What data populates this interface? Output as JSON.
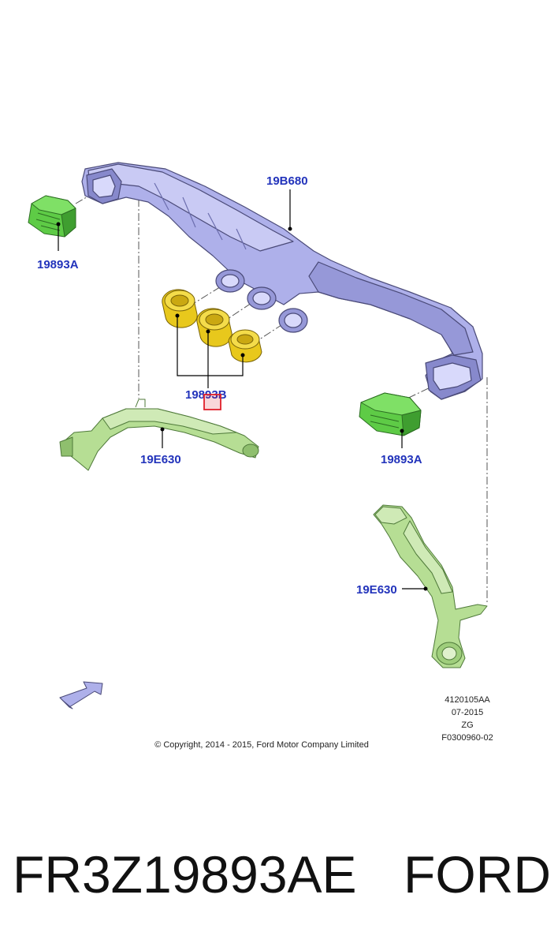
{
  "diagram": {
    "callouts": {
      "duct": "19B680",
      "end_bracket_left": "19893A",
      "end_bracket_right": "19893A",
      "vents": "19893B",
      "hose_left": "19E630",
      "hose_right": "19E630"
    },
    "meta": {
      "line1": "4120105AA",
      "line2": "07-2015",
      "line3": "ZG",
      "line4": "F0300960-02"
    },
    "copyright": "© Copyright, 2014 - 2015, Ford Motor Company Limited"
  },
  "caption": {
    "part_number": "FR3Z19893AE",
    "brand": "FORD"
  },
  "colors": {
    "callout_text": "#2233bb",
    "duct_fill": "#aeb0ea",
    "vent_fill": "#e8c81c",
    "bracket_fill": "#5ecb46",
    "hose_fill": "#b6de94",
    "highlight": "#e0202a"
  },
  "icons": {
    "orientation_arrow": "orientation-arrow-icon"
  }
}
